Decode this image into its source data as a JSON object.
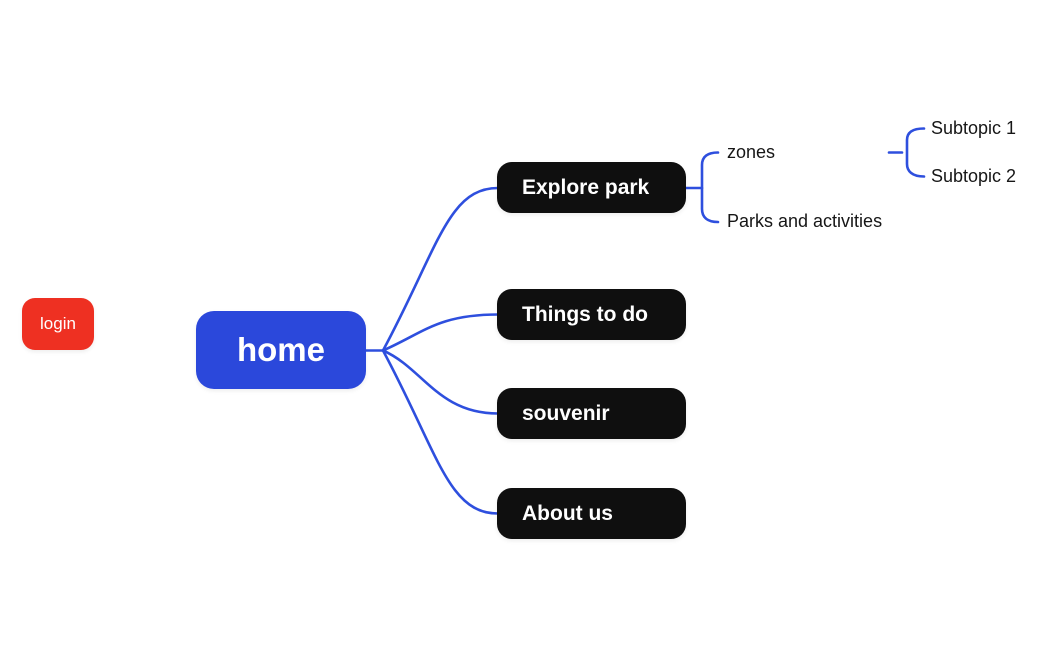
{
  "diagram": {
    "type": "mindmap",
    "background": "#FFFFFF",
    "colors": {
      "connector_blue": "#2E4FDE",
      "root_node_fill": "#2B48DB",
      "topic_node_fill": "#0F0F0F",
      "login_node_fill": "#EE3022",
      "node_text": "#FFFFFF",
      "leaf_label_text": "#161616"
    },
    "nodes": {
      "login": {
        "label": "login"
      },
      "home": {
        "label": "home"
      },
      "explore_park": {
        "label": "Explore park"
      },
      "things_to_do": {
        "label": "Things to do"
      },
      "souvenir": {
        "label": "souvenir"
      },
      "about_us": {
        "label": "About us"
      },
      "zones": {
        "label": "zones"
      },
      "parks_and_activities": {
        "label": "Parks and activities"
      },
      "subtopic_1": {
        "label": "Subtopic 1"
      },
      "subtopic_2": {
        "label": "Subtopic 2"
      }
    },
    "edges": [
      {
        "from": "home",
        "to": "explore_park"
      },
      {
        "from": "home",
        "to": "things_to_do"
      },
      {
        "from": "home",
        "to": "souvenir"
      },
      {
        "from": "home",
        "to": "about_us"
      },
      {
        "from": "explore_park",
        "to": "zones"
      },
      {
        "from": "explore_park",
        "to": "parks_and_activities"
      },
      {
        "from": "zones",
        "to": "subtopic_1"
      },
      {
        "from": "zones",
        "to": "subtopic_2"
      }
    ]
  }
}
